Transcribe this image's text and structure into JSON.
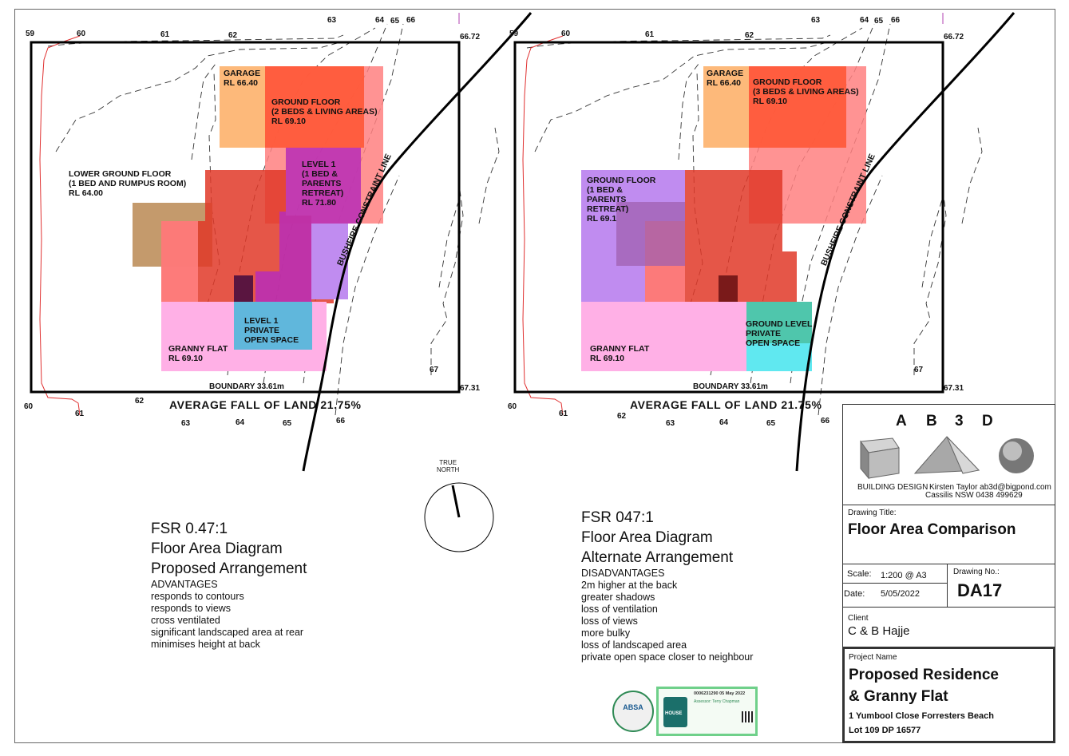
{
  "left_panel": {
    "contours_top": [
      "59",
      "60",
      "61",
      "62",
      "63",
      "64",
      "65",
      "66",
      "66.72"
    ],
    "contours_bottom": [
      "60",
      "61",
      "62",
      "63",
      "64",
      "65",
      "66",
      "67",
      "67.31"
    ],
    "rooms": {
      "garage": "GARAGE\nRL 66.40",
      "ground_floor": "GROUND FLOOR\n(2 BEDS & LIVING AREAS)\nRL 69.10",
      "level1": "LEVEL 1\n(1 BED &\nPARENTS\nRETREAT)\nRL 71.80",
      "lower_ground": "LOWER GROUND FLOOR\n(1 BED AND RUMPUS ROOM)\nRL 64.00",
      "pos": "LEVEL 1\nPRIVATE\nOPEN SPACE",
      "granny": "GRANNY FLAT\nRL 69.10"
    },
    "boundary": "BOUNDARY 33.61m",
    "bushfire": "BUSHFIRE CONSTRAINT LINE",
    "fall": "AVERAGE FALL OF LAND 21.75%",
    "fsr": "FSR 0.47:1",
    "title1": "Floor Area Diagram",
    "title2": "Proposed Arrangement",
    "list_heading": "ADVANTAGES",
    "list": [
      "responds to contours",
      "responds to views",
      "cross ventilated",
      "significant landscaped area at rear",
      "minimises height at back"
    ]
  },
  "right_panel": {
    "contours_top": [
      "59",
      "60",
      "61",
      "62",
      "63",
      "64",
      "65",
      "66",
      "66.72"
    ],
    "contours_bottom": [
      "60",
      "61",
      "62",
      "63",
      "64",
      "65",
      "66",
      "67",
      "67.31"
    ],
    "rooms": {
      "garage": "GARAGE\nRL 66.40",
      "ground_floor": "GROUND FLOOR\n(3 BEDS & LIVING AREAS)\nRL 69.10",
      "ground_floor_left": "GROUND FLOOR\n(1 BED &\nPARENTS\nRETREAT)\nRL 69.1",
      "pos": "GROUND LEVEL\nPRIVATE\nOPEN SPACE",
      "granny": "GRANNY FLAT\nRL 69.10"
    },
    "boundary": "BOUNDARY 33.61m",
    "bushfire": "BUSHFIRE CONSTRAINT LINE",
    "fall": "AVERAGE FALL OF LAND 21.75%",
    "fsr": "FSR 047:1",
    "title1": "Floor Area Diagram",
    "title2": "Alternate Arrangement",
    "list_heading": "DISADVANTAGES",
    "list": [
      "2m higher at the back",
      "greater shadows",
      "loss of ventilation",
      "loss of views",
      "more bulky",
      "loss of landscaped area",
      "private open space closer to neighbour"
    ]
  },
  "north": "TRUE\nNORTH",
  "title_block": {
    "logo_letters": [
      "A",
      "B",
      "3",
      "D"
    ],
    "company": "BUILDING DESIGN",
    "designer": "Kirsten Taylor ab3d@bigpond.com",
    "location": "Cassilis NSW    0438 499629",
    "drawing_title_label": "Drawing Title:",
    "drawing_title": "Floor Area Comparison",
    "scale_label": "Scale:",
    "scale": "1:200 @ A3",
    "date_label": "Date:",
    "date": "5/05/2022",
    "drawing_no_label": "Drawing No.:",
    "drawing_no": "DA17",
    "client_label": "Client",
    "client": "C & B Hajje",
    "project_label": "Project Name",
    "project_line1": "Proposed Residence",
    "project_line2": "& Granny Flat",
    "address": "1 Yumbool Close Forresters Beach",
    "lot": "Lot 109 DP 16577"
  },
  "badges": {
    "cert_id": "0006231290   05 May 2022",
    "assessor": "Assessor: Terry Chapman",
    "house_word": "HOUSE",
    "abs_word": "ABSA"
  },
  "colors": {
    "garage": "#fdb97a",
    "ground": "#ff5a3a",
    "ground_light": "#ff8080",
    "level1": "#c040c0",
    "lower": "#c49a6c",
    "granny": "#ffb0e6",
    "pos": "#4fc3e6",
    "purple": "#c08cf0"
  }
}
